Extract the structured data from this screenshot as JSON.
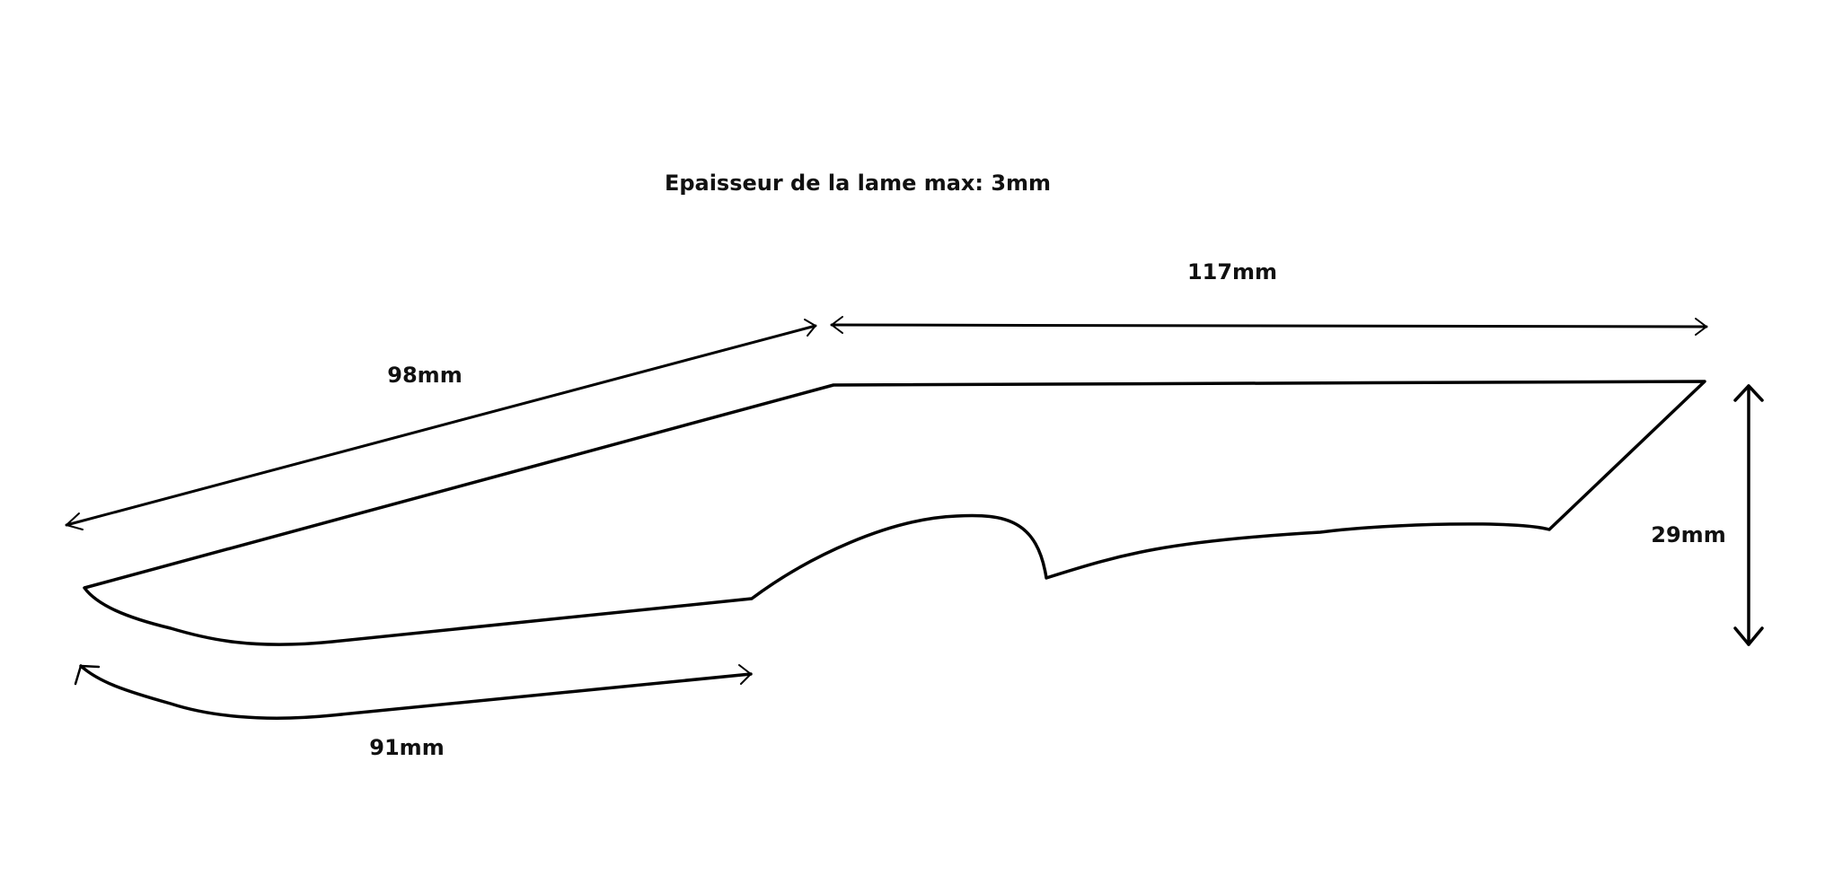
{
  "diagram": {
    "note": "Epaisseur de la lame max: 3mm",
    "dimensions": {
      "spine_length": "98mm",
      "top_length": "117mm",
      "edge_length": "91mm",
      "height": "29mm"
    },
    "colors": {
      "line": "#000000",
      "text": "#111111",
      "background": "#ffffff"
    }
  }
}
